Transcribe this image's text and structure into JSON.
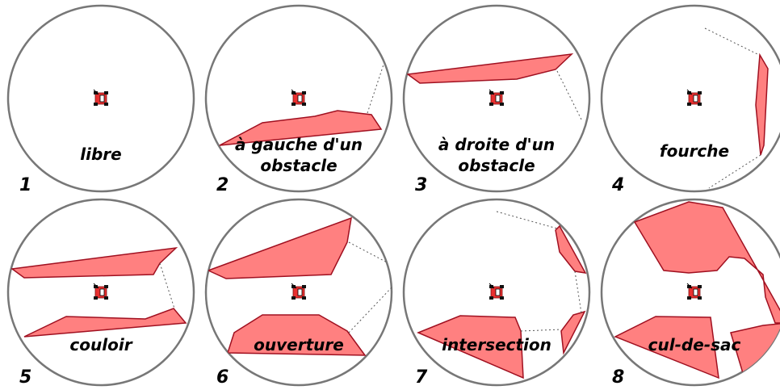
{
  "panels": [
    {
      "number": "1",
      "label_lines": [
        "libre"
      ]
    },
    {
      "number": "2",
      "label_lines": [
        "à gauche d'un",
        "obstacle"
      ]
    },
    {
      "number": "3",
      "label_lines": [
        "à droite d'un",
        "obstacle"
      ]
    },
    {
      "number": "4",
      "label_lines": [
        "fourche"
      ]
    },
    {
      "number": "5",
      "label_lines": [
        "couloir"
      ]
    },
    {
      "number": "6",
      "label_lines": [
        "ouverture"
      ]
    },
    {
      "number": "7",
      "label_lines": [
        "intersection"
      ]
    },
    {
      "number": "8",
      "label_lines": [
        "cul-de-sac"
      ]
    }
  ],
  "colors": {
    "circle": "#777777",
    "obstacle_fill": "#ff8080",
    "obstacle_stroke": "#a01020",
    "dotted": "#555555",
    "robot": "#e83030"
  },
  "icons": {
    "robot": "robot-icon"
  }
}
